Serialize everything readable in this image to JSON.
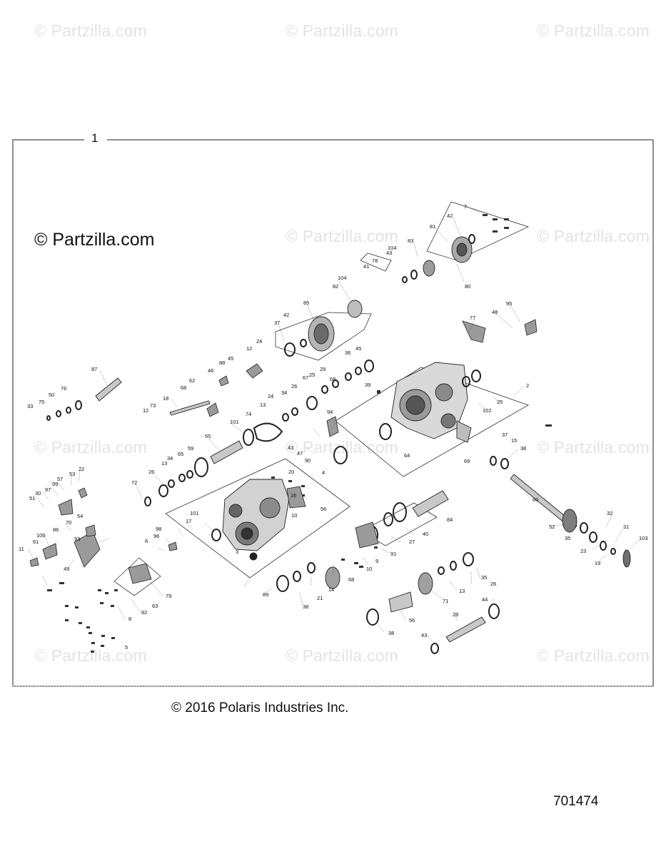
{
  "watermark": "© Partzilla.com",
  "logo_text": "© Partzilla.com",
  "assembly_label": "1",
  "copyright": "© 2016 Polaris Industries Inc.",
  "part_number": "701474",
  "callouts": [
    "7",
    "42",
    "81",
    "83",
    "104",
    "43",
    "78",
    "41",
    "80",
    "104",
    "82",
    "85",
    "42",
    "37",
    "95",
    "48",
    "77",
    "24",
    "12",
    "45",
    "88",
    "46",
    "62",
    "68",
    "45",
    "36",
    "25",
    "29",
    "68",
    "39",
    "2",
    "87",
    "76",
    "50",
    "75",
    "33",
    "18",
    "73",
    "12",
    "24",
    "13",
    "34",
    "26",
    "67",
    "25",
    "102",
    "101",
    "74",
    "94",
    "55",
    "59",
    "65",
    "34",
    "13",
    "26",
    "72",
    "43",
    "47",
    "90",
    "4",
    "64",
    "37",
    "15",
    "38",
    "69",
    "22",
    "53",
    "57",
    "99",
    "97",
    "30",
    "51",
    "20",
    "16",
    "56",
    "10",
    "60",
    "54",
    "70",
    "86",
    "100",
    "61",
    "11",
    "101",
    "17",
    "98",
    "96",
    "6",
    "91",
    "27",
    "40",
    "84",
    "52",
    "32",
    "35",
    "31",
    "103",
    "23",
    "19",
    "3",
    "9",
    "10",
    "68",
    "14",
    "49",
    "79",
    "93",
    "63",
    "92",
    "8",
    "5",
    "89",
    "21",
    "38",
    "35",
    "26",
    "13",
    "71",
    "44",
    "56",
    "38",
    "28",
    "43"
  ]
}
